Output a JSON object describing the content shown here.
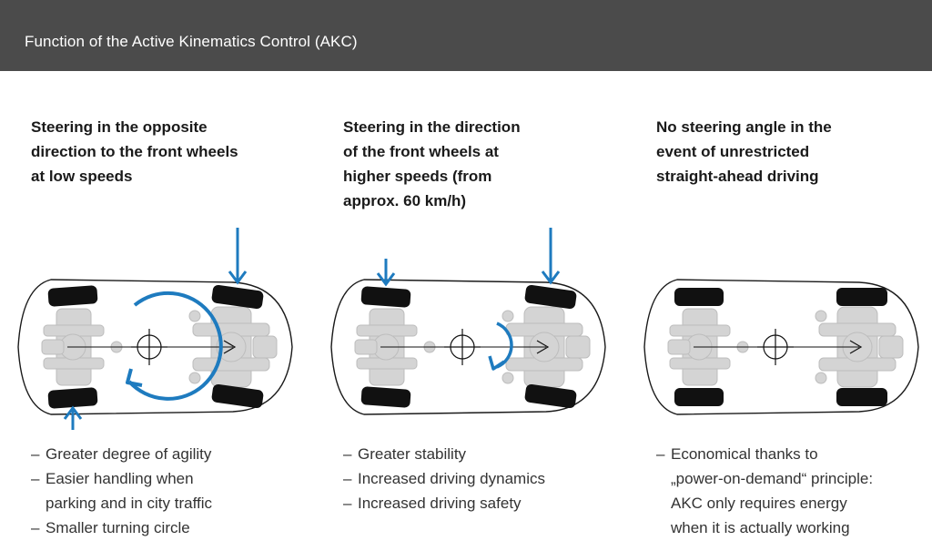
{
  "header": {
    "title": "Function of the Active Kinematics Control (AKC)"
  },
  "colors": {
    "header_bg": "#4b4b4b",
    "accent_blue": "#1e7bbf",
    "tire": "#111111",
    "chassis": "#d0d0d0"
  },
  "panels": [
    {
      "heading_lines": [
        "Steering in the opposite",
        "direction to the front wheels",
        "at low speeds"
      ],
      "bullets": [
        [
          "Greater degree of agility"
        ],
        [
          "Easier handling when",
          "parking and in city traffic"
        ],
        [
          "Smaller turning circle"
        ]
      ],
      "icons": [
        "car-top-view-icon",
        "rear-wheel-steering-arrow-icon",
        "rotation-arrow-icon",
        "direction-arrow-icon"
      ]
    },
    {
      "heading_lines": [
        "Steering in the direction",
        "of the front wheels at",
        "higher speeds (from",
        "approx. 60 km/h)"
      ],
      "bullets": [
        [
          "Greater stability"
        ],
        [
          "Increased driving dynamics"
        ],
        [
          "Increased driving safety"
        ]
      ],
      "icons": [
        "car-top-view-icon",
        "rear-wheel-steering-arrow-icon",
        "rotation-arrow-icon",
        "direction-arrow-icon"
      ]
    },
    {
      "heading_lines": [
        "No steering angle in the",
        "event of unrestricted",
        "straight-ahead driving"
      ],
      "bullets": [
        [
          "Economical thanks to",
          "„power-on-demand“ principle:",
          "AKC only requires energy",
          "when it is actually working"
        ]
      ],
      "icons": [
        "car-top-view-icon",
        "direction-arrow-icon"
      ]
    }
  ]
}
